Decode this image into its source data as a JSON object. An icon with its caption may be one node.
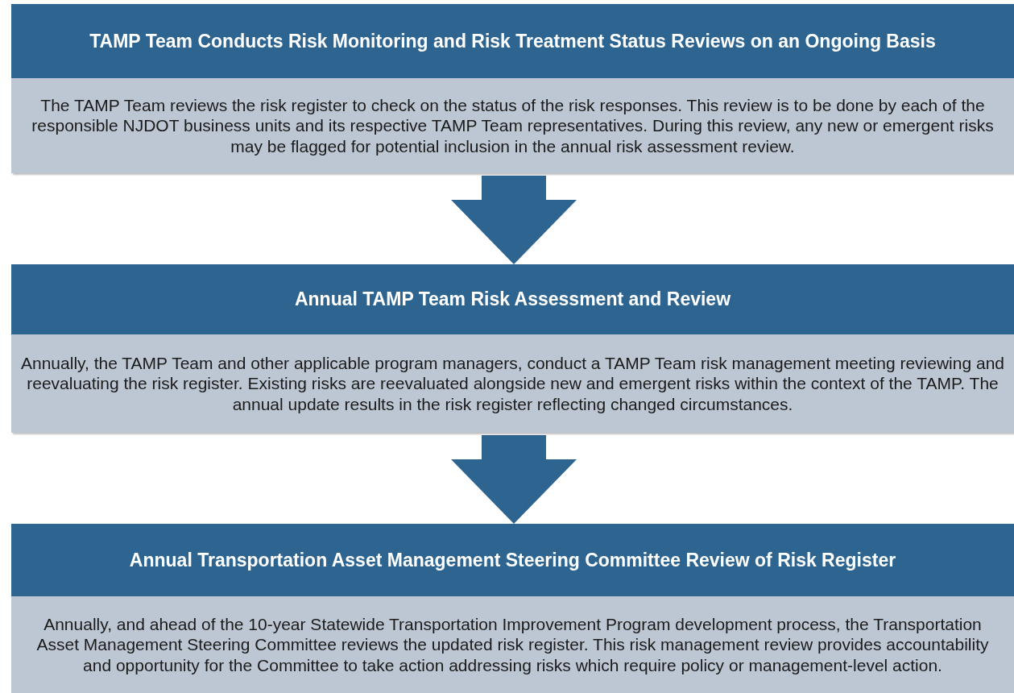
{
  "diagram": {
    "nodes": [
      {
        "text": [
          "TAMP Team Conducts Risk Monitoring and Risk Treatment Status Reviews on an Ongoing Basis",
          "The TAMP Team reviews the risk register to check on the status of the risk responses. This review is to be done by each of the responsible NJDOT business units and its respective TAMP Team representatives. During this review, any new or emergent risks may be flagged for potential inclusion in the annual risk assessment review."
        ]
      },
      {
        "text": [
          "Annual TAMP Team Risk Assessment and Review",
          "Annually, the TAMP Team and other applicable program managers, conduct a TAMP Team risk management meeting reviewing and reevaluating the risk register. Existing risks are reevaluated alongside new and emergent risks within the context of the TAMP. The annual update results in the risk register reflecting changed circumstances."
        ]
      },
      {
        "text": [
          "Annual Transportation Asset Management Steering Committee Review of Risk Register",
          "Annually, and ahead of the 10-year Statewide Transportation Improvement Program development process, the Transportation Asset Management Steering Committee reviews the updated risk register. This risk management review provides accountability and opportunity for the Committee to take action addressing risks which require policy or management-level action."
        ]
      }
    ],
    "edges": [
      {
        "from": 0,
        "to": 1,
        "arrow": "to"
      },
      {
        "from": 1,
        "to": 2,
        "arrow": "to"
      }
    ]
  }
}
